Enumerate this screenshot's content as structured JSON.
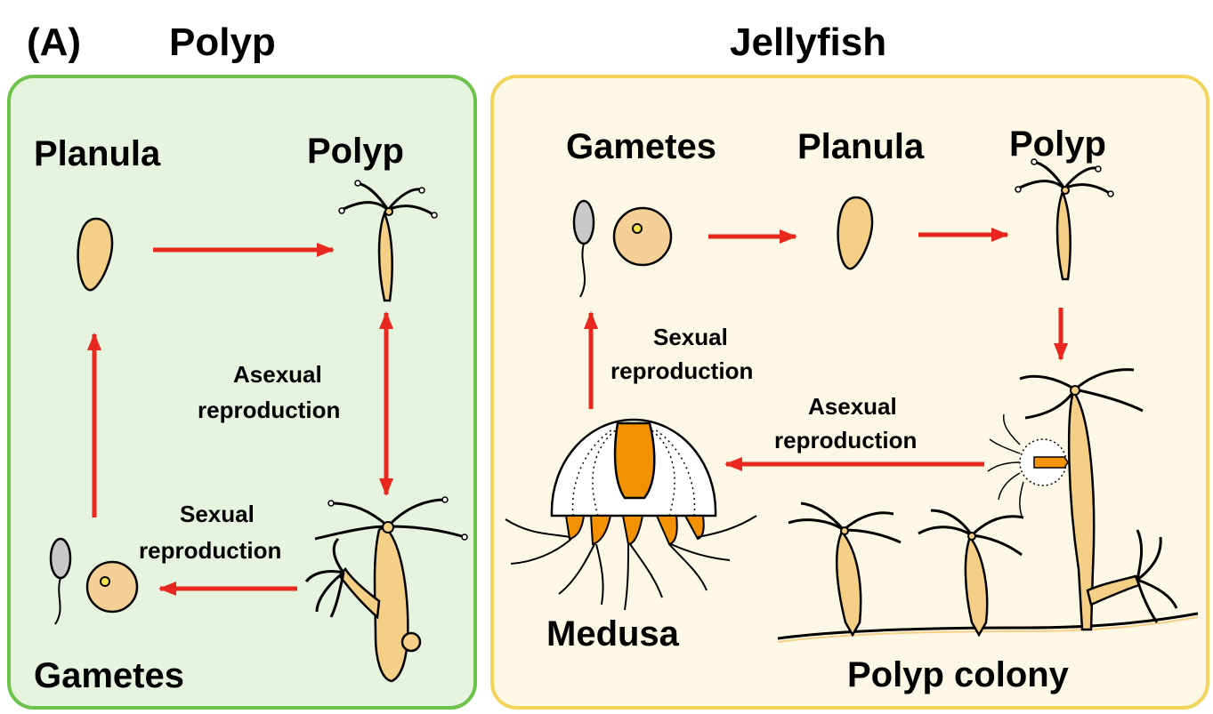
{
  "figure_label": "(A)",
  "left_panel": {
    "title": "Polyp",
    "labels": {
      "planula": "Planula",
      "polyp": "Polyp",
      "gametes": "Gametes",
      "asexual_line1": "Asexual",
      "asexual_line2": "reproduction",
      "sexual_line1": "Sexual",
      "sexual_line2": "reproduction"
    }
  },
  "right_panel": {
    "title": "Jellyfish",
    "labels": {
      "gametes": "Gametes",
      "planula": "Planula",
      "polyp": "Polyp",
      "sexual_line1": "Sexual",
      "sexual_line2": "reproduction",
      "asexual_line1": "Asexual",
      "asexual_line2": "reproduction",
      "medusa": "Medusa",
      "polyp_colony": "Polyp colony"
    }
  },
  "colors": {
    "left_panel_fill": "#e6f4df",
    "left_panel_border": "#6dc24b",
    "right_panel_fill": "#fdf8e6",
    "right_panel_border": "#f2d45a",
    "arrow": "#e8281e",
    "body_fill": "#f5cf86",
    "egg_fill": "#f4cf96",
    "sperm_head": "#c8c8c8",
    "medusa_orange": "#f39200"
  }
}
